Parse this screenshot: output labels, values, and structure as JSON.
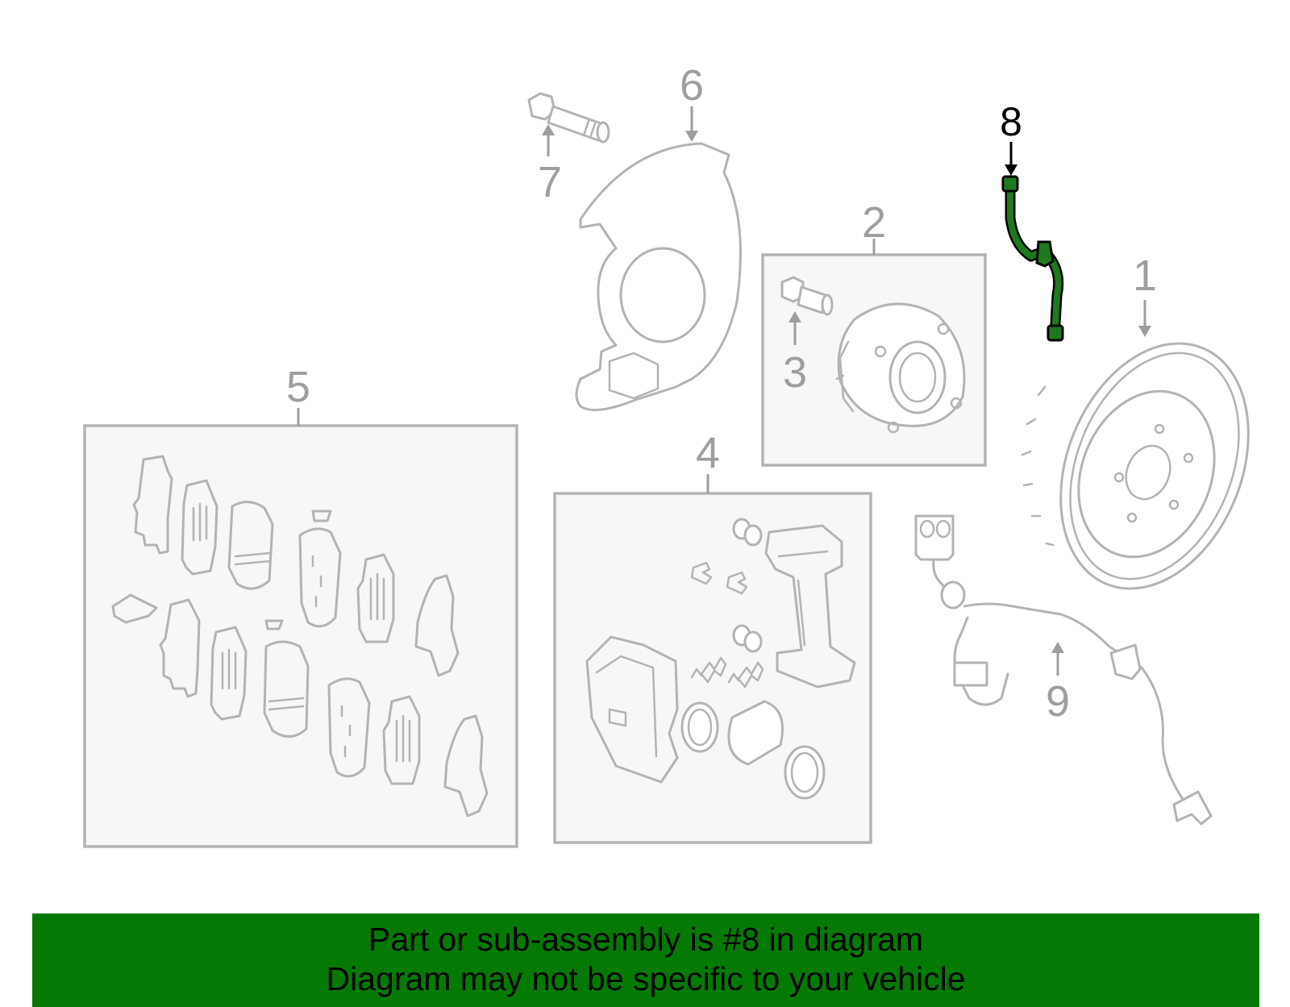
{
  "callouts": {
    "n1": "1",
    "n2": "2",
    "n3": "3",
    "n4": "4",
    "n5": "5",
    "n6": "6",
    "n7": "7",
    "n8": "8",
    "n9": "9"
  },
  "banner": {
    "line1": "Part or sub-assembly is #8 in diagram",
    "line2": "Diagram may not be specific to your vehicle"
  },
  "colors": {
    "highlight_part": "#1e7a1e",
    "banner_background": "#047a04",
    "diagram_lines": "#b3b3b3"
  }
}
